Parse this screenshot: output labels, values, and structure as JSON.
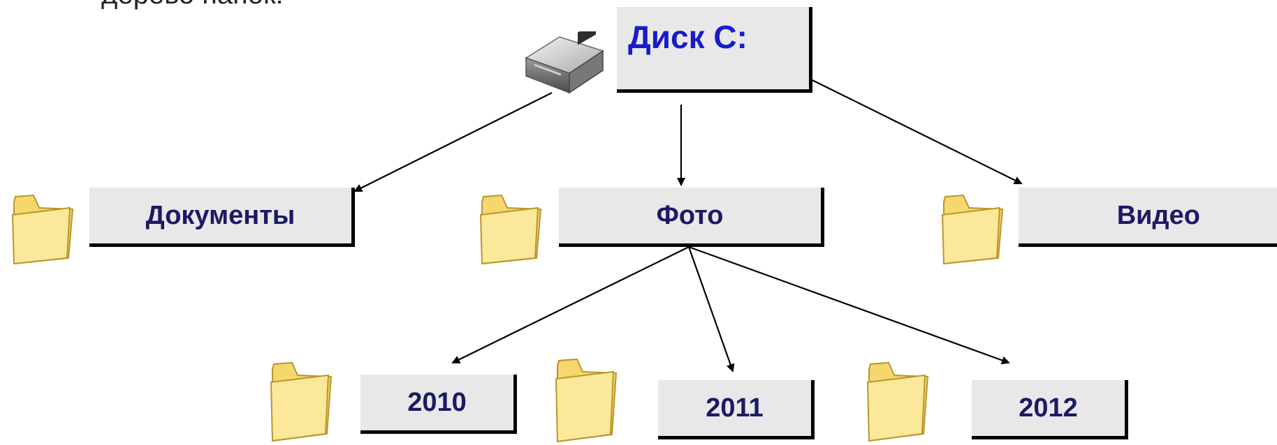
{
  "intro_text": "дерево папок:",
  "root": {
    "label": "Диск C:",
    "icon": "hard-drive-icon"
  },
  "level1": [
    {
      "id": "documents",
      "label": "Документы",
      "icon": "folder-icon"
    },
    {
      "id": "foto",
      "label": "Фото",
      "icon": "folder-icon"
    },
    {
      "id": "video",
      "label": "Видео",
      "icon": "folder-icon"
    }
  ],
  "level2": [
    {
      "id": "2010",
      "label": "2010",
      "icon": "folder-icon"
    },
    {
      "id": "2011",
      "label": "2011",
      "icon": "folder-icon"
    },
    {
      "id": "2012",
      "label": "2012",
      "icon": "folder-icon"
    }
  ],
  "edges": [
    {
      "from": "root",
      "to": "documents"
    },
    {
      "from": "root",
      "to": "foto"
    },
    {
      "from": "root",
      "to": "video"
    },
    {
      "from": "foto",
      "to": "2010"
    },
    {
      "from": "foto",
      "to": "2011"
    },
    {
      "from": "foto",
      "to": "2012"
    }
  ],
  "colors": {
    "box_fill": "#e8e8e8",
    "box_shadow": "#000000",
    "root_text": "#1a1acc",
    "node_text": "#1a1a66",
    "folder_fill": "#f5d76e",
    "arrow": "#000000"
  }
}
